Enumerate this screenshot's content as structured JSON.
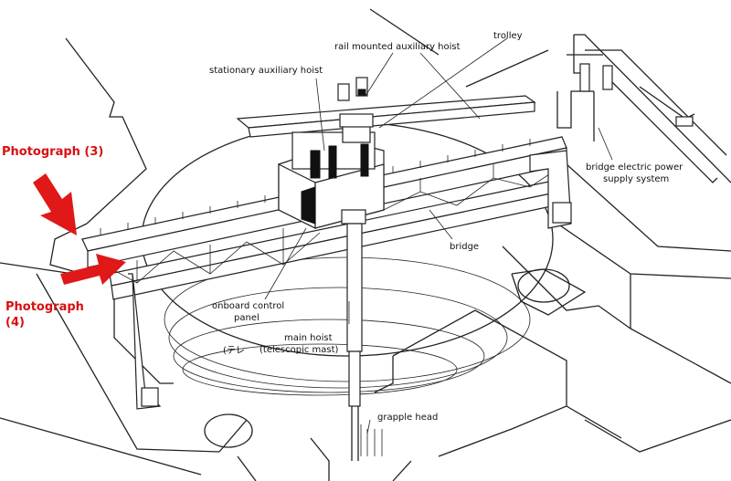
{
  "labels": {
    "photo3": "Photograph (3)",
    "photo4_line1": "Photograph",
    "photo4_line2": "(4)",
    "trolley": "trolley",
    "rail_hoist": "rail mounted auxiliary hoist",
    "stationary_hoist": "stationary auxiliary hoist",
    "power_line1": "bridge electric power",
    "power_line2": "supply system",
    "bridge": "bridge",
    "control_line1": "onboard control",
    "control_line2": "panel",
    "main_hoist_line1": "main hoist",
    "main_hoist_line2": "(telescopic mast)",
    "grapple": "grapple head",
    "floor_mark": "(テレ"
  },
  "colors": {
    "arrow": "#e01818",
    "annotation_text": "#d81010"
  }
}
